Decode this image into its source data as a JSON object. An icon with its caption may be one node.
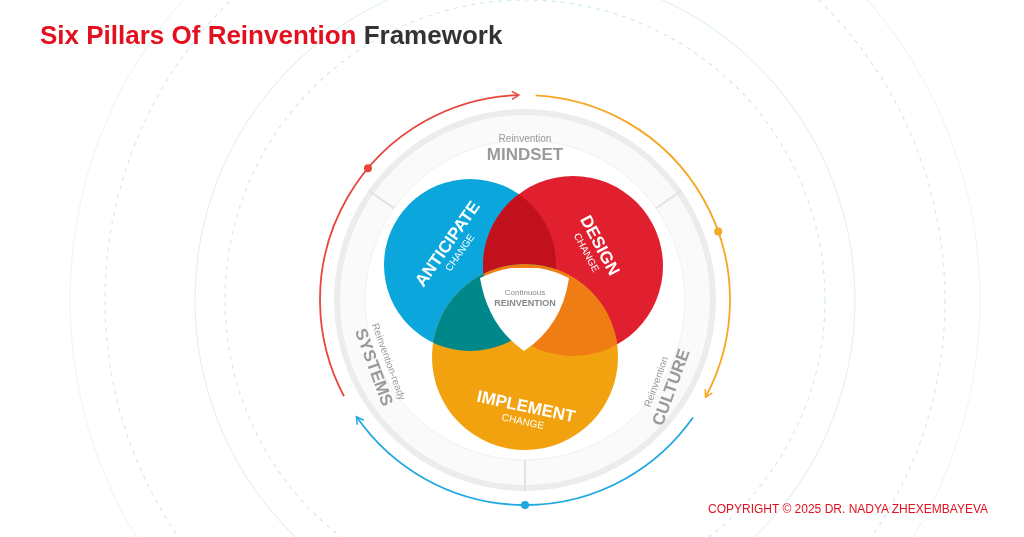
{
  "diagram": {
    "title": "Six Pillars Of Reinvention Framework",
    "nodes": [
      {
        "text": [
          "Reinvention",
          "MINDSET"
        ]
      },
      {
        "text": [
          "ANTICIPATE",
          "CHANGE"
        ]
      },
      {
        "text": [
          "DESIGN",
          "CHANGE"
        ]
      },
      {
        "text": [
          "Continuous",
          "REINVENTION"
        ]
      },
      {
        "text": [
          "Reinvention-ready",
          "SYSTEMS"
        ]
      },
      {
        "text": [
          "Reinvention",
          "CULTURE"
        ]
      },
      {
        "text": [
          "IMPLEMENT",
          "CHANGE"
        ]
      }
    ],
    "edges": [
      {
        "from": 4,
        "to": 0,
        "arrow": "to",
        "color": "#e8463c"
      },
      {
        "from": 0,
        "to": 5,
        "arrow": "to",
        "color": "#f5a623"
      },
      {
        "from": 5,
        "to": 4,
        "arrow": "to",
        "color": "#22a8e0"
      }
    ],
    "labels": [
      "COPYRIGHT © 2025 DR. NADYA ZHEXEMBAYEVA"
    ]
  }
}
